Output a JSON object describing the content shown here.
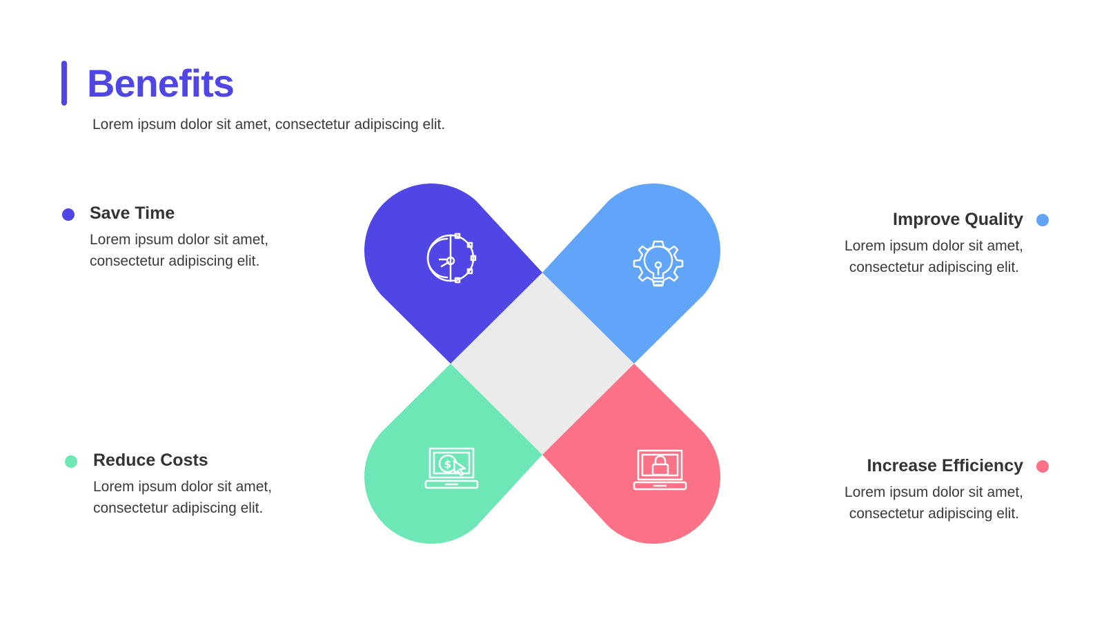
{
  "header": {
    "title": "Benefits",
    "subtitle": "Lorem ipsum dolor sit amet, consectetur adipiscing elit."
  },
  "colors": {
    "accent": "#4f46e5",
    "save_time": "#4f46e5",
    "improve_quality": "#60a5fa",
    "reduce_costs": "#6ee7b7",
    "increase_efficiency": "#fb7185",
    "center": "#ebebeb"
  },
  "items": {
    "save_time": {
      "title": "Save Time",
      "line1": "Lorem ipsum dolor sit amet,",
      "line2": "consectetur adipiscing elit.",
      "icon": "clock-gear-icon"
    },
    "improve_quality": {
      "title": "Improve Quality",
      "line1": "Lorem ipsum dolor sit amet,",
      "line2": "consectetur adipiscing elit.",
      "icon": "lightbulb-gear-icon"
    },
    "reduce_costs": {
      "title": "Reduce Costs",
      "line1": "Lorem ipsum dolor sit amet,",
      "line2": "consectetur adipiscing elit.",
      "icon": "laptop-dollar-icon"
    },
    "increase_efficiency": {
      "title": "Increase Efficiency",
      "line1": "Lorem ipsum dolor sit amet,",
      "line2": "consectetur adipiscing elit.",
      "icon": "laptop-lock-icon"
    }
  }
}
